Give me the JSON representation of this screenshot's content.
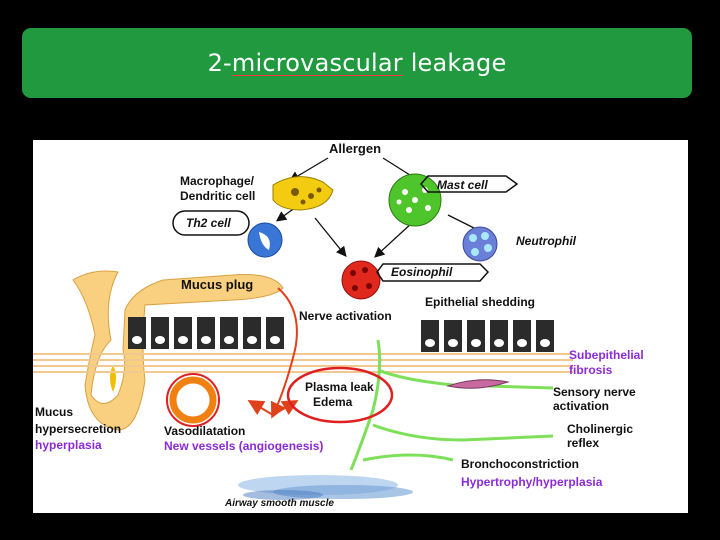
{
  "slide": {
    "title_prefix": "2-",
    "title_word": "microvascular",
    "title_suffix": " leakage"
  },
  "diagram": {
    "allergen": "Allergen",
    "macrophage_line1": "Macrophage/",
    "macrophage_line2": "Dendritic cell",
    "mast_cell": "Mast cell",
    "th2_cell": "Th2 cell",
    "neutrophil": "Neutrophil",
    "eosinophil": "Eosinophil",
    "mucus_plug": "Mucus plug",
    "epithelial_shedding": "Epithelial shedding",
    "nerve_activation": "Nerve activation",
    "subepithelial_line1": "Subepithelial",
    "subepithelial_line2": "fibrosis",
    "plasma_leak": "Plasma leak",
    "edema": "Edema",
    "sensory_line1": "Sensory nerve",
    "sensory_line2": "activation",
    "mucus_line1": "Mucus",
    "mucus_line2": "hypersecretion",
    "mucus_line3": "hyperplasia",
    "vasodilatation": "Vasodilatation",
    "new_vessels": "New vessels (angiogenesis)",
    "cholinergic_line1": "Cholinergic",
    "cholinergic_line2": "reflex",
    "bronchoconstriction": "Bronchoconstriction",
    "hypertrophy": "Hypertrophy/hyperplasia",
    "smooth_muscle": "Airway smooth muscle"
  },
  "colors": {
    "banner": "#219a3f",
    "purple_text": "#8a2bd6",
    "highlight_circle": "#e02020",
    "nerve_green": "#7ee05a"
  }
}
